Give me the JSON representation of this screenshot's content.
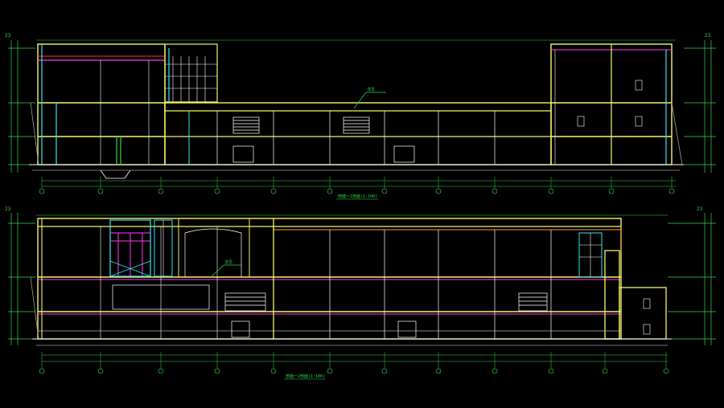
{
  "colors": {
    "background": "#000000",
    "wall": "#f4f46a",
    "structure": "#ffffff",
    "dimension": "#2fd84a",
    "cyan": "#36e4f0",
    "magenta": "#ff3cf0",
    "orange": "#ff9a3c",
    "red": "#ff3030",
    "grey": "#9a9a9a"
  },
  "section_1": {
    "title": "剖面一1剖面(1:100)",
    "callout": "详见",
    "level_marks_left": [
      "23",
      "",
      "",
      ""
    ],
    "level_marks_right": [
      "23",
      "",
      "",
      ""
    ],
    "grid_count": 12
  },
  "section_2": {
    "title": "剖面一2剖面(1:100)",
    "callout": "详见",
    "level_marks_left": [
      "23",
      "",
      "",
      ""
    ],
    "level_marks_right": [
      "23",
      "",
      "",
      ""
    ],
    "grid_count": 12
  }
}
